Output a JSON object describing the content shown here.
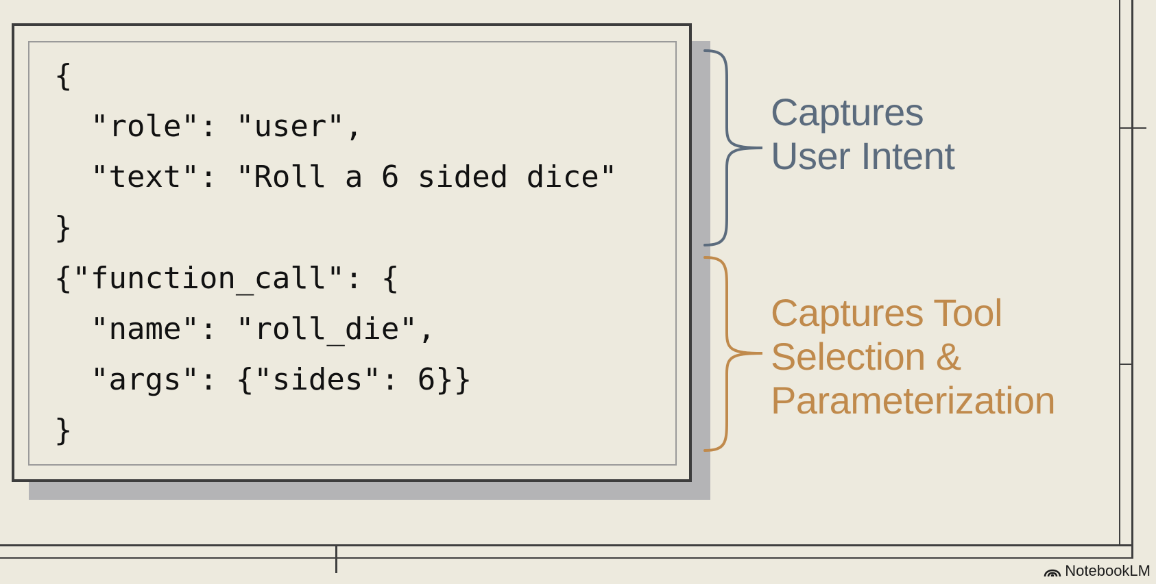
{
  "code_block": {
    "lines": [
      "{",
      "  \"role\": \"user\",",
      "  \"text\": \"Roll a 6 sided dice\"",
      "}",
      "{\"function_call\": {",
      "  \"name\": \"roll_die\",",
      "  \"args\": {\"sides\": 6}}",
      "}"
    ]
  },
  "annotations": [
    {
      "lines": [
        "Captures",
        "User Intent"
      ],
      "color": "#5b6b7d"
    },
    {
      "lines": [
        "Captures Tool",
        "Selection &",
        "Parameterization"
      ],
      "color": "#c08a4c"
    }
  ],
  "watermark": {
    "text": "NotebookLM",
    "icon": "notebooklm-logo-icon"
  }
}
